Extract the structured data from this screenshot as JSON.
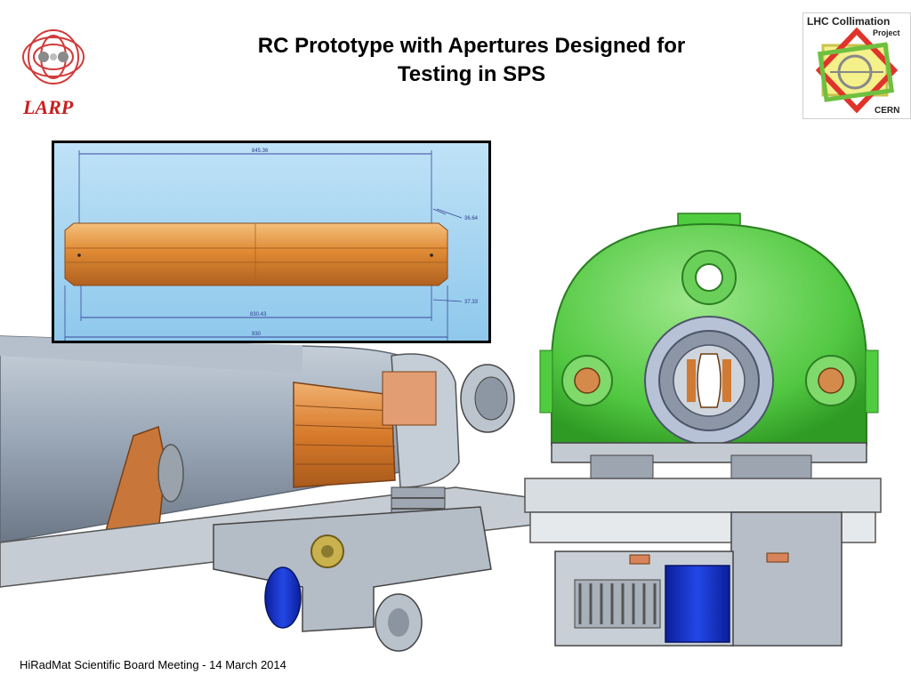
{
  "slide": {
    "title_line1": "RC Prototype with Apertures Designed for",
    "title_line2": "Testing in SPS",
    "footer": "HiRadMat Scientific Board Meeting -  14 March 2014"
  },
  "logos": {
    "left": {
      "text": "LARP",
      "color": "#c81e1e"
    },
    "right": {
      "line1": "LHC Collimation",
      "line2": "Project",
      "line3": "CERN"
    }
  },
  "drawing": {
    "dim_top": "845.36",
    "dim_right_upper": "36.64",
    "dim_middle": "830.43",
    "dim_right_lower": "37.33",
    "dim_bottom": "930"
  },
  "colors": {
    "copper": "#e0872f",
    "tank_green": "#4fcc3f",
    "motor_blue": "#1a35c8",
    "steel": "#a9b2bf"
  }
}
